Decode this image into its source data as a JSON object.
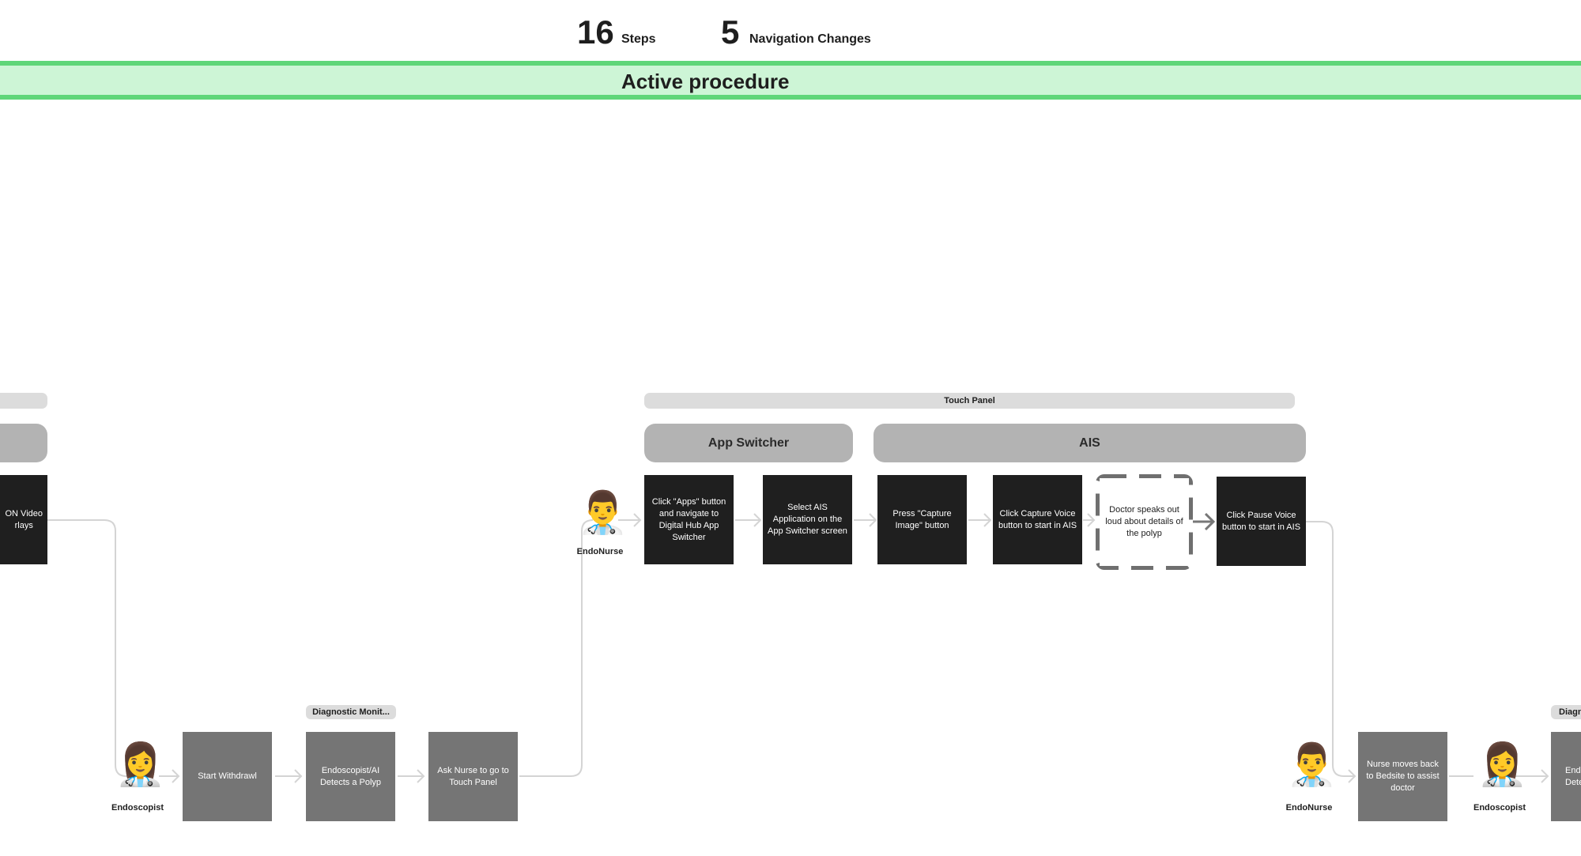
{
  "stats": {
    "steps_count": "16",
    "steps_label": "Steps",
    "nav_count": "5",
    "nav_label": "Navigation Changes"
  },
  "banner": {
    "title": "Active procedure"
  },
  "groups": {
    "touch_panel": "Touch Panel",
    "app_switcher": "App Switcher",
    "ais": "AIS"
  },
  "left_partial": {
    "box_text": "ON Video\nrlays"
  },
  "bottom_flow": {
    "actor1_label": "Endoscopist",
    "step1": "Start Withdrawl",
    "step2_tag": "Diagnostic Monit...",
    "step2": "Endoscopist/AI Detects a Polyp",
    "step3": "Ask Nurse to go to Touch Panel"
  },
  "top_flow": {
    "actor_label": "EndoNurse",
    "step1": "Click \"Apps\" button and navigate to Digital Hub App Switcher",
    "step2": "Select AIS Application on the App Switcher screen",
    "step3": "Press \"Capture Image\" button",
    "step4": "Click Capture Voice button to start in AIS",
    "step5": "Doctor speaks out loud about details of the polyp",
    "step6": "Click Pause Voice button to start in AIS"
  },
  "right_flow": {
    "actor1_label": "EndoNurse",
    "step1": "Nurse moves back to Bedsite to assist doctor",
    "actor2_label": "Endoscopist",
    "tag": "Diagn",
    "step2_partial": "End\nDete"
  },
  "icons": {
    "nurse_glyph": "👨‍⚕️",
    "doctor_glyph": "👩‍⚕️"
  }
}
